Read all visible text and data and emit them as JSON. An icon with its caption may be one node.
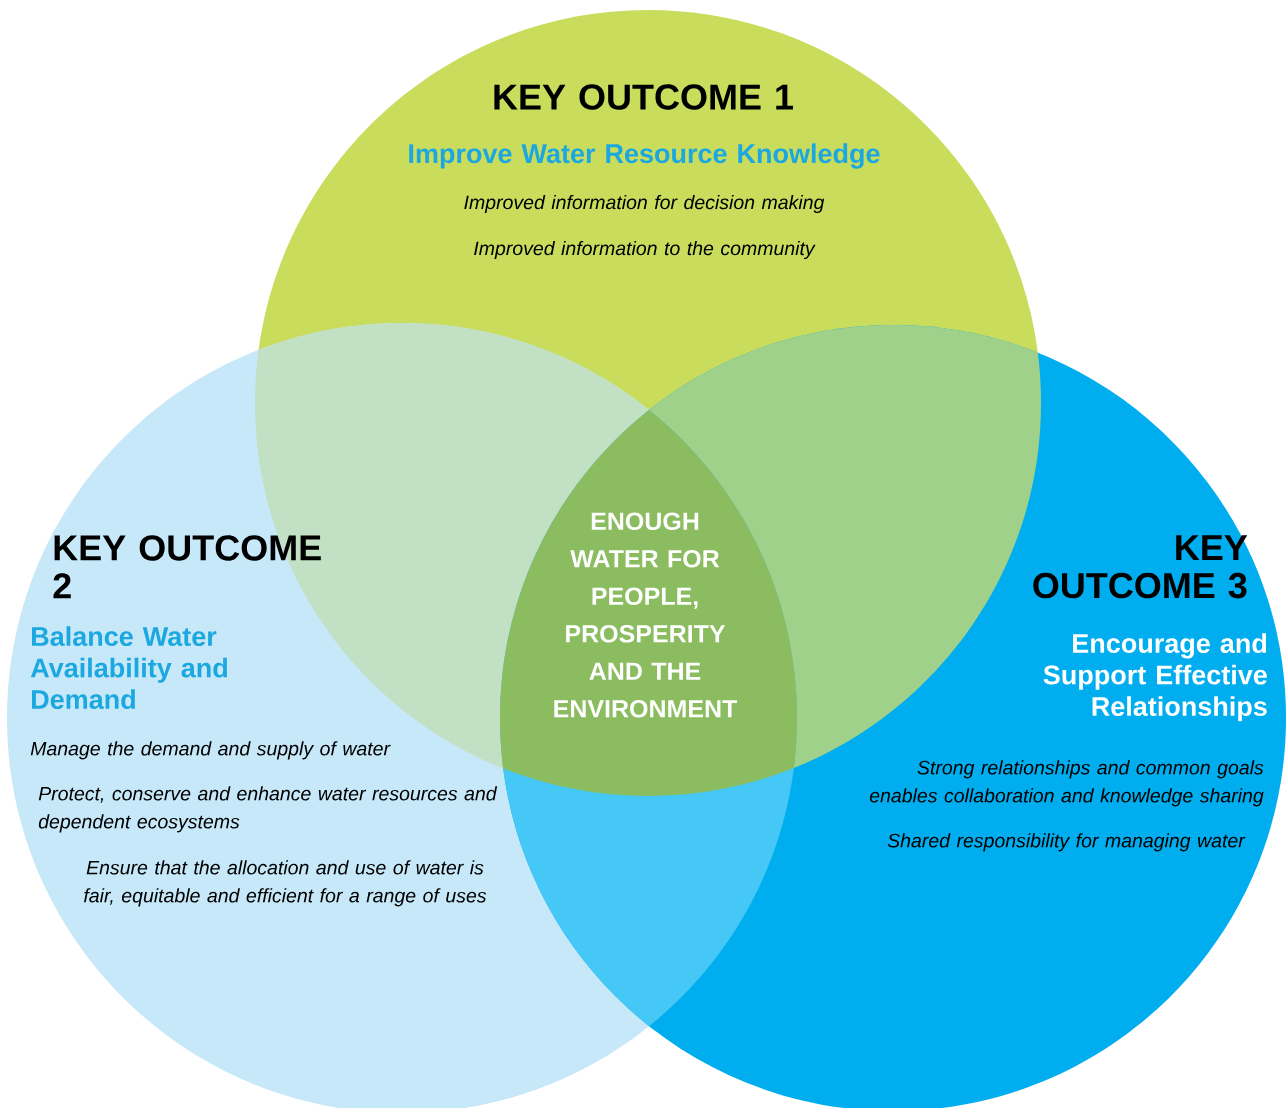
{
  "diagram": {
    "nodes": [
      {
        "text": [
          "KEY OUTCOME 1",
          "Improve Water Resource Knowledge",
          "Improved information for decision making",
          "Improved information to the community"
        ]
      },
      {
        "text": [
          "KEY OUTCOME 2",
          "Balance Water Availability and Demand",
          "Manage the demand and supply of water",
          "Protect, conserve and enhance water resources and dependent ecosystems",
          "Ensure that the allocation and use of water is fair, equitable and efficient for a range of uses"
        ]
      },
      {
        "text": [
          "KEY OUTCOME 3",
          "Encourage and Support Effective Relationships",
          "Strong relationships and common goals enables collaboration and knowledge sharing",
          "Shared responsibility for managing water"
        ]
      },
      {
        "text": [
          "ENOUGH WATER FOR PEOPLE, PROSPERITY AND THE ENVIRONMENT"
        ]
      }
    ]
  }
}
